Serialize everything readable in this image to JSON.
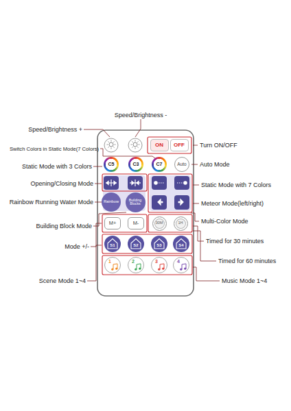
{
  "diagram": {
    "nodes": [
      {
        "text": [
          "ON"
        ]
      },
      {
        "text": [
          "OFF"
        ]
      },
      {
        "text": [
          "C5"
        ]
      },
      {
        "text": [
          "C3"
        ]
      },
      {
        "text": [
          "C7"
        ]
      },
      {
        "text": [
          "Auto"
        ]
      },
      {
        "text": [
          "Rainbow"
        ]
      },
      {
        "text": [
          "Building Blocks"
        ]
      },
      {
        "text": [
          "M+"
        ]
      },
      {
        "text": [
          "M-"
        ]
      },
      {
        "text": [
          "30M"
        ]
      },
      {
        "text": [
          "1H"
        ]
      },
      {
        "text": [
          "S1"
        ]
      },
      {
        "text": [
          "S2"
        ]
      },
      {
        "text": [
          "S3"
        ]
      },
      {
        "text": [
          "S4"
        ]
      },
      {
        "text": [
          "1"
        ]
      },
      {
        "text": [
          "2"
        ]
      },
      {
        "text": [
          "3"
        ]
      },
      {
        "text": [
          "4"
        ]
      }
    ],
    "labels": [
      "Speed/Brightness -",
      "Speed/Brightness +",
      "Switch Colors in Static Mode(7 Colors)",
      "Turn ON/OFF",
      "Static Mode with 3 Colors",
      "Auto Mode",
      "Opening/Closing Mode",
      "Static Mode with 7 Colors",
      "Rainbow Running Water Mode",
      "Meteor Mode(left/right)",
      "Building Block Mode",
      "Multi-Color Mode",
      "Mode +/-",
      "Timed for 30 minutes",
      "Timed for 60 minutes",
      "Scene Mode 1~4",
      "Music Mode 1~4"
    ]
  }
}
